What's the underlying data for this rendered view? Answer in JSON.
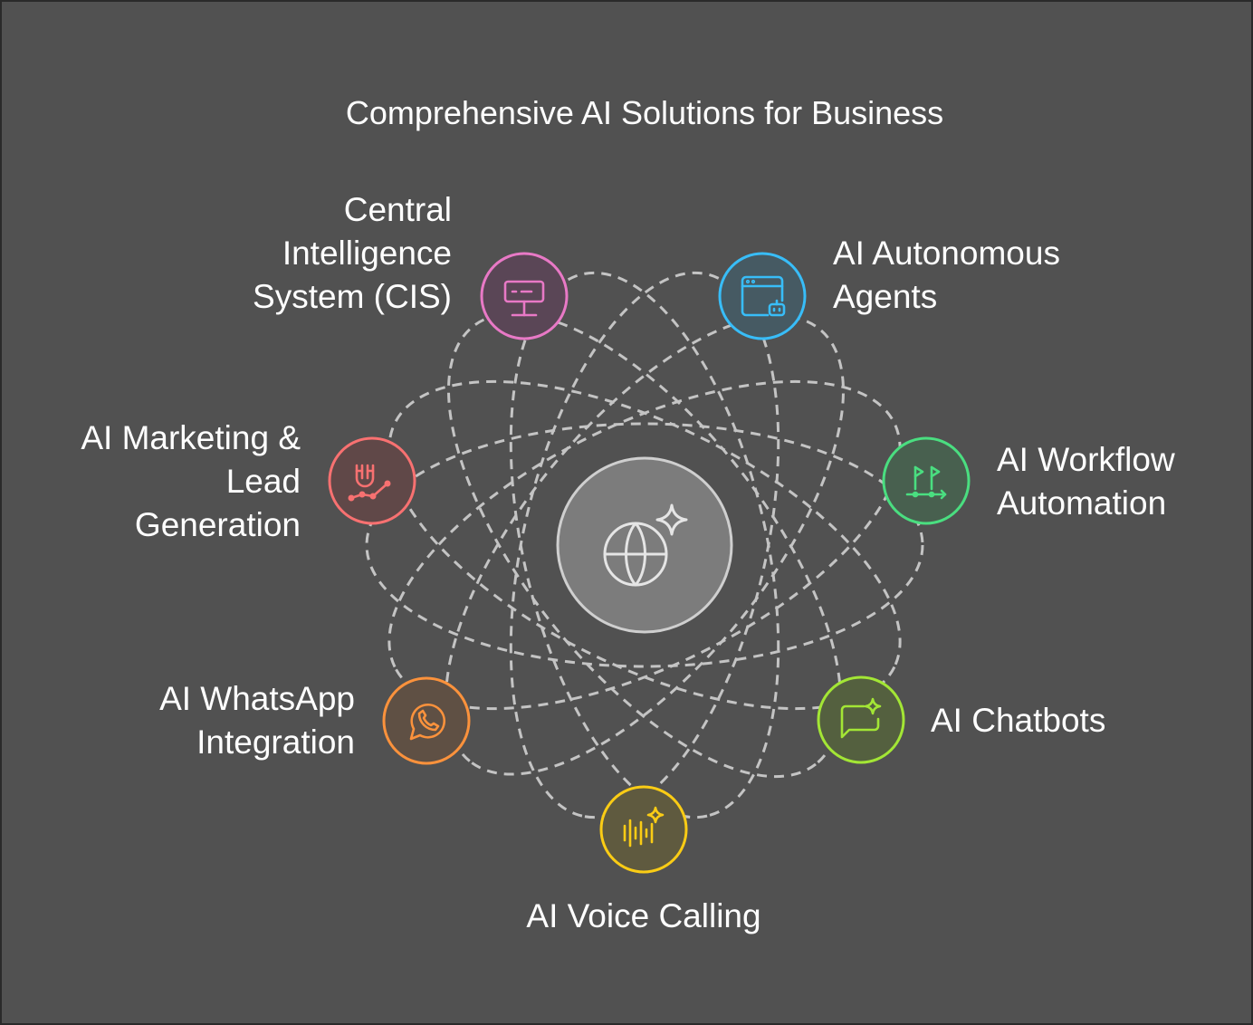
{
  "title": "Comprehensive AI Solutions for Business",
  "hub": {
    "icon": "globe-sparkle-icon",
    "color": "#808080"
  },
  "nodes": [
    {
      "id": "cis",
      "lines": [
        "Central",
        "Intelligence",
        "System (CIS)"
      ],
      "color": "#e879c6",
      "icon": "monitor-icon"
    },
    {
      "id": "agents",
      "lines": [
        "AI Autonomous",
        "Agents"
      ],
      "color": "#38bdf8",
      "icon": "browser-bot-icon"
    },
    {
      "id": "workflow",
      "lines": [
        "AI Workflow",
        "Automation"
      ],
      "color": "#4ade80",
      "icon": "flags-route-icon"
    },
    {
      "id": "chatbots",
      "lines": [
        "AI Chatbots"
      ],
      "color": "#a3e635",
      "icon": "chat-sparkle-icon"
    },
    {
      "id": "voice",
      "lines": [
        "AI Voice Calling"
      ],
      "color": "#facc15",
      "icon": "soundwave-sparkle-icon"
    },
    {
      "id": "whatsapp",
      "lines": [
        "AI WhatsApp",
        "Integration"
      ],
      "color": "#fb923c",
      "icon": "whatsapp-icon"
    },
    {
      "id": "marketing",
      "lines": [
        "AI Marketing &",
        "Lead",
        "Generation"
      ],
      "color": "#f87171",
      "icon": "magnet-chart-icon"
    }
  ]
}
